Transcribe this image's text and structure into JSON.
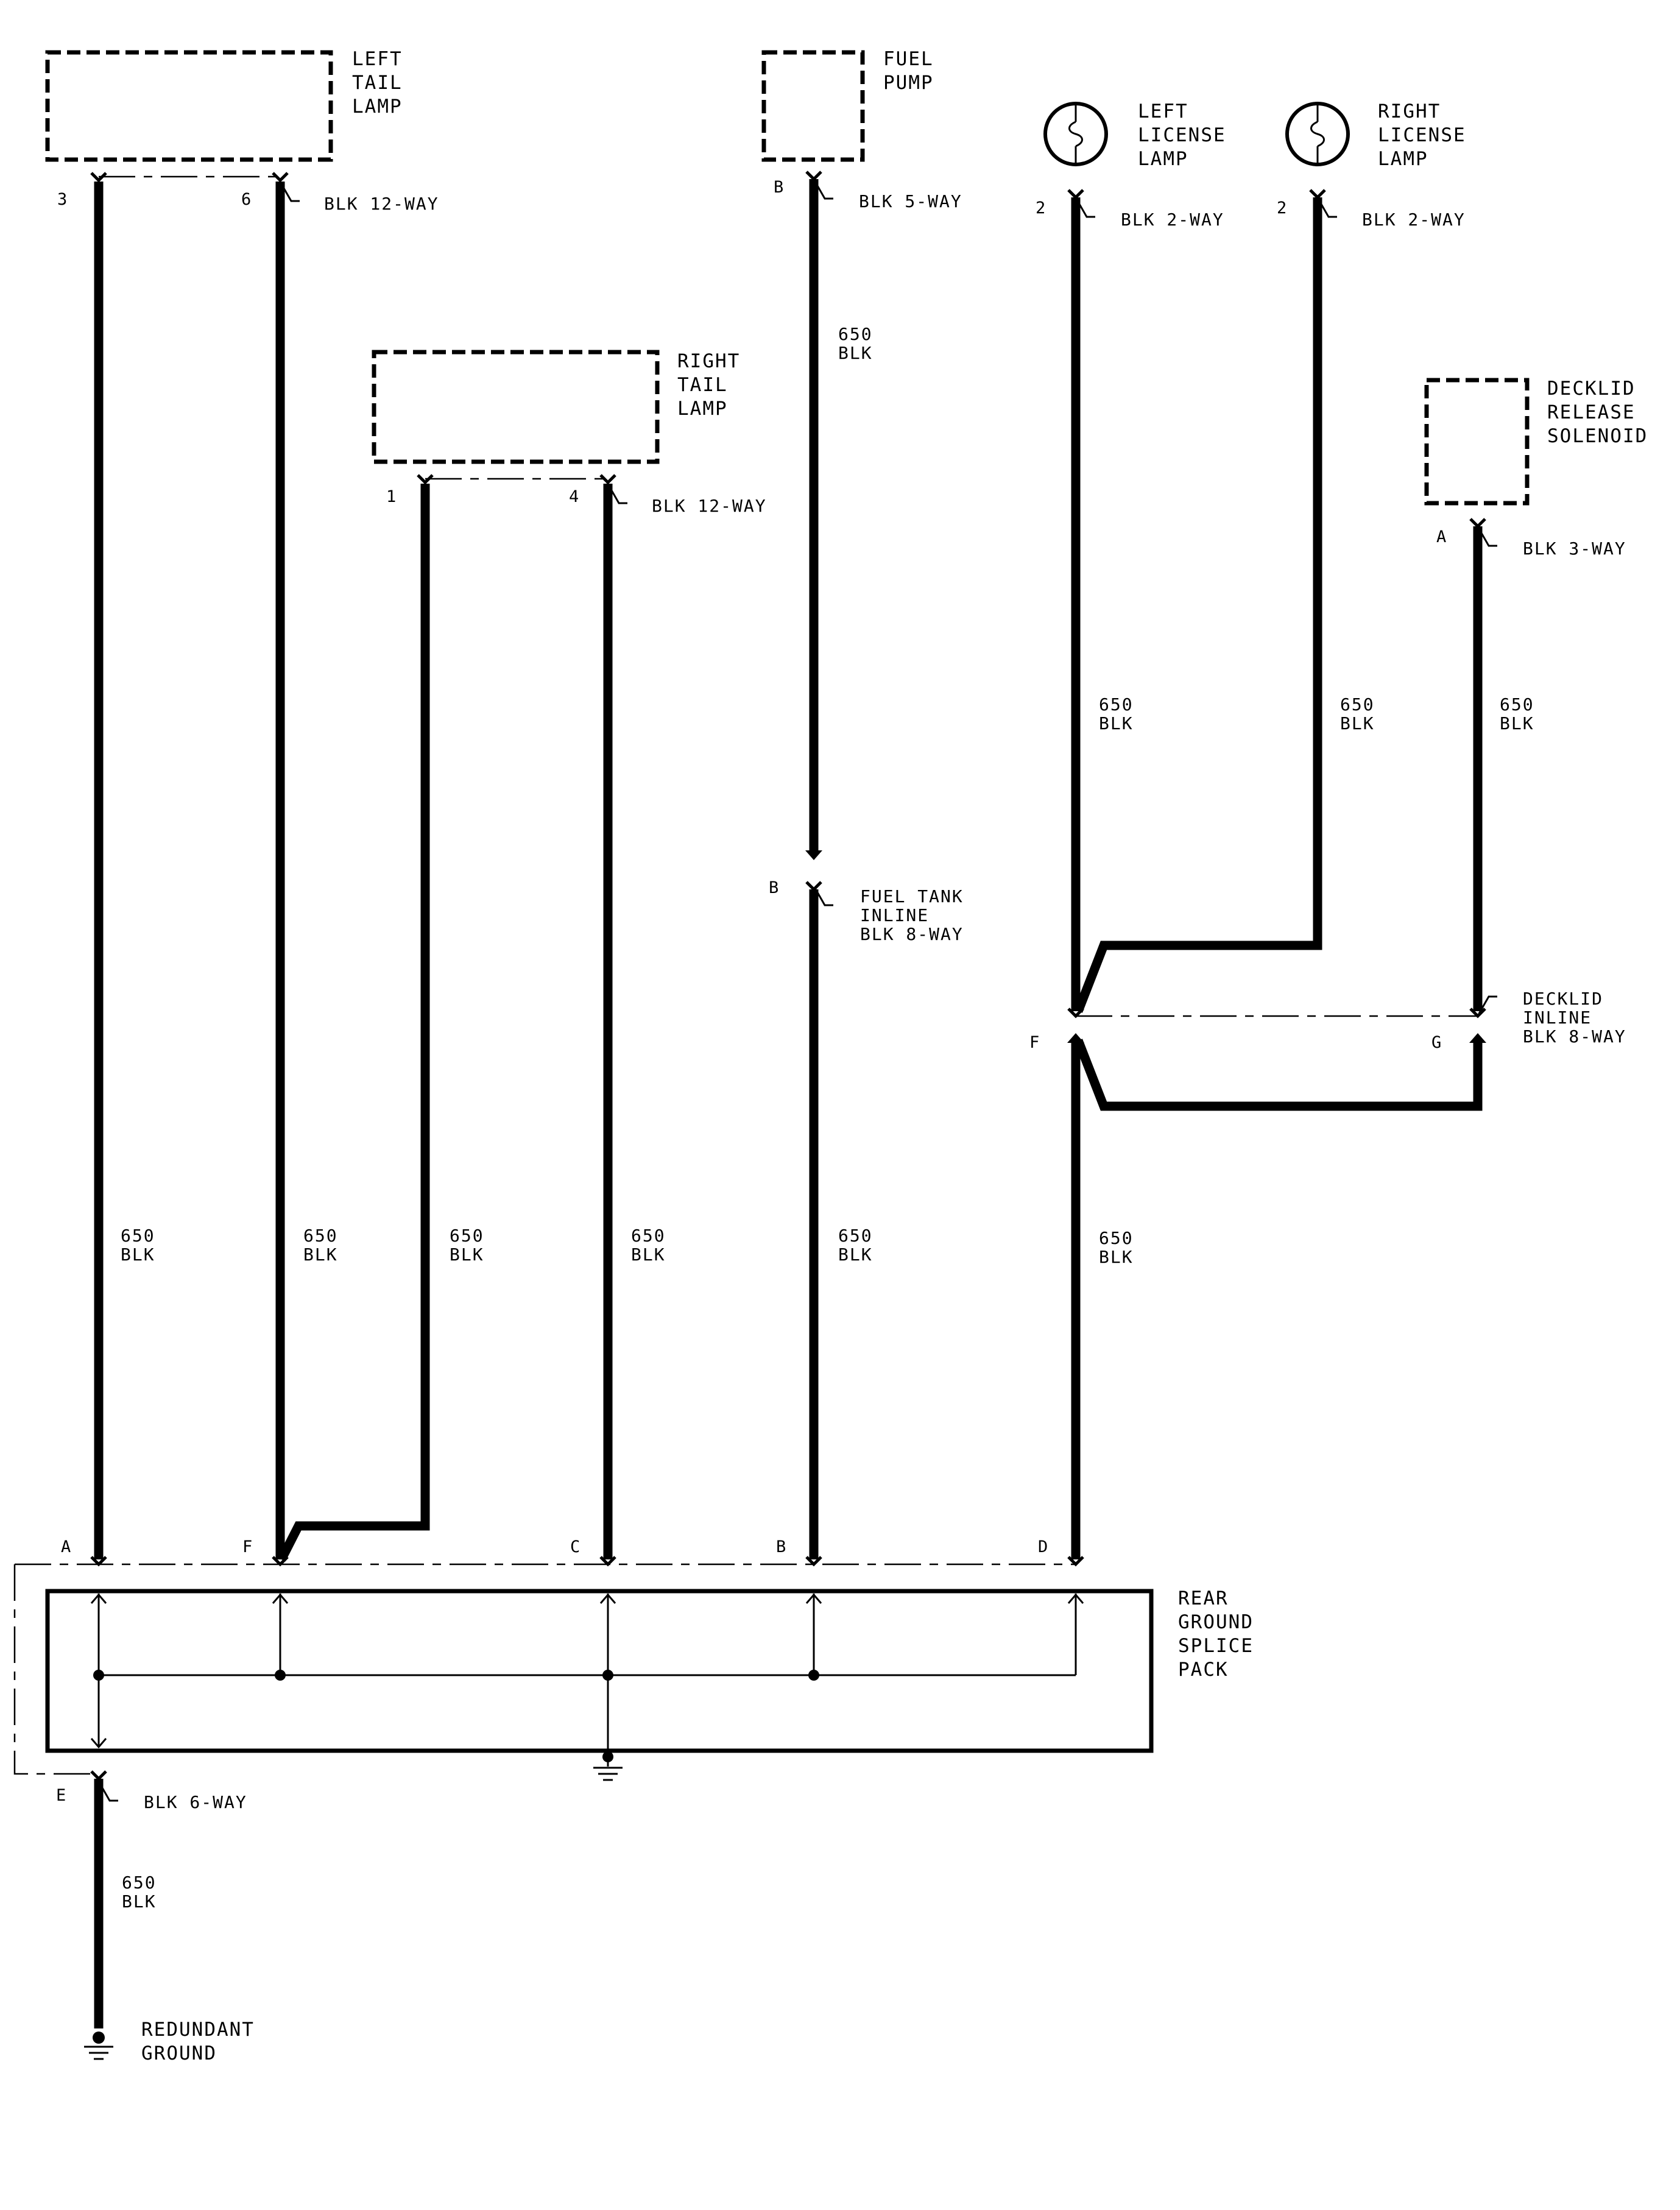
{
  "components": {
    "left_tail_lamp": [
      "LEFT",
      "TAIL",
      "LAMP"
    ],
    "right_tail_lamp": [
      "RIGHT",
      "TAIL",
      "LAMP"
    ],
    "fuel_pump": [
      "FUEL",
      "PUMP"
    ],
    "left_license_lamp": [
      "LEFT",
      "LICENSE",
      "LAMP"
    ],
    "right_license_lamp": [
      "RIGHT",
      "LICENSE",
      "LAMP"
    ],
    "decklid_release_solenoid": [
      "DECKLID",
      "RELEASE",
      "SOLENOID"
    ],
    "rear_ground_splice_pack": [
      "REAR",
      "GROUND",
      "SPLICE",
      "PACK"
    ],
    "redundant_ground": [
      "REDUNDANT",
      "GROUND"
    ]
  },
  "connectors": {
    "left_tail_lamp": "BLK 12-WAY",
    "right_tail_lamp": "BLK 12-WAY",
    "fuel_pump": "BLK 5-WAY",
    "left_license_lamp": "BLK 2-WAY",
    "right_license_lamp": "BLK 2-WAY",
    "decklid_release_solenoid": "BLK 3-WAY",
    "fuel_tank_inline": [
      "FUEL TANK",
      "INLINE",
      "BLK 8-WAY"
    ],
    "decklid_inline": [
      "DECKLID",
      "INLINE",
      "BLK 8-WAY"
    ],
    "splice_pack_ground": "BLK 6-WAY"
  },
  "pins": {
    "left_tail_a": "3",
    "left_tail_b": "6",
    "right_tail_a": "1",
    "right_tail_b": "4",
    "fuel_pump": "B",
    "fuel_tank_inline": "B",
    "left_license": "2",
    "right_license": "2",
    "decklid_solenoid": "A",
    "decklid_inline_f": "F",
    "decklid_inline_g": "G",
    "splice_a": "A",
    "splice_f": "F",
    "splice_c": "C",
    "splice_b": "B",
    "splice_d": "D",
    "splice_e": "E"
  },
  "wire": {
    "circuit": "650",
    "color": "BLK"
  },
  "colors": {
    "ink": "#000000",
    "background": "#ffffff"
  }
}
